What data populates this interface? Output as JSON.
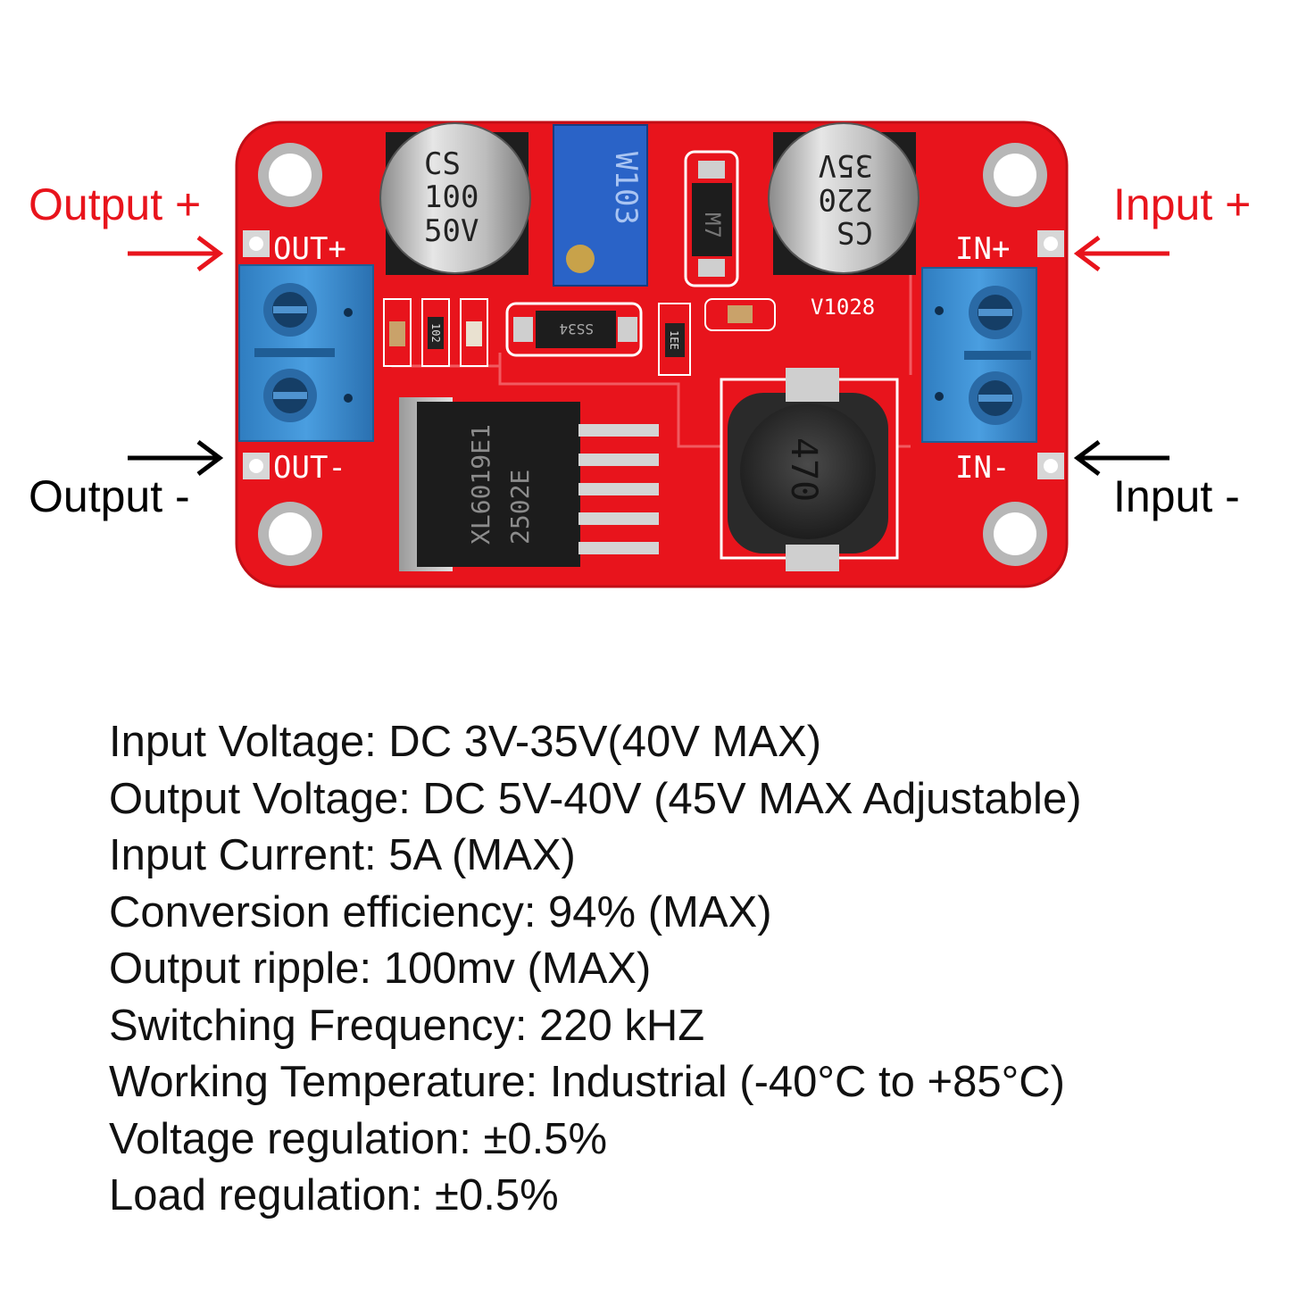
{
  "labels": {
    "output_plus": "Output +",
    "output_minus": "Output -",
    "input_plus": "Input +",
    "input_minus": "Input -"
  },
  "silkscreen": {
    "out_plus": "OUT+",
    "out_minus": "OUT-",
    "in_plus": "IN+",
    "in_minus": "IN-",
    "version": "V1028"
  },
  "components": {
    "cap_left": [
      "CS",
      "100",
      "50V"
    ],
    "cap_right": [
      "CS",
      "220",
      "35V"
    ],
    "potentiometer": "W103",
    "diode_top": "M7",
    "schottky": "SS34",
    "resistor_1": "102",
    "resistor_2": "1EE",
    "ic_line1": "XL6019E1",
    "ic_line2": "2502E",
    "inductor": "470"
  },
  "specs": [
    "Input Voltage: DC 3V-35V(40V MAX)",
    "Output Voltage: DC 5V-40V (45V MAX Adjustable)",
    "Input Current: 5A (MAX)",
    "Conversion efficiency: 94% (MAX)",
    "Output ripple: 100mv (MAX)",
    "Switching Frequency: 220 kHZ",
    "Working Temperature: Industrial (-40°C to +85°C)",
    "Voltage regulation: ±0.5%",
    "Load regulation: ±0.5%"
  ],
  "colors": {
    "pcb": "#e8141c",
    "terminal": "#3d8fd0",
    "arrow_red": "#e8141c",
    "arrow_black": "#000000",
    "text": "#111111"
  }
}
